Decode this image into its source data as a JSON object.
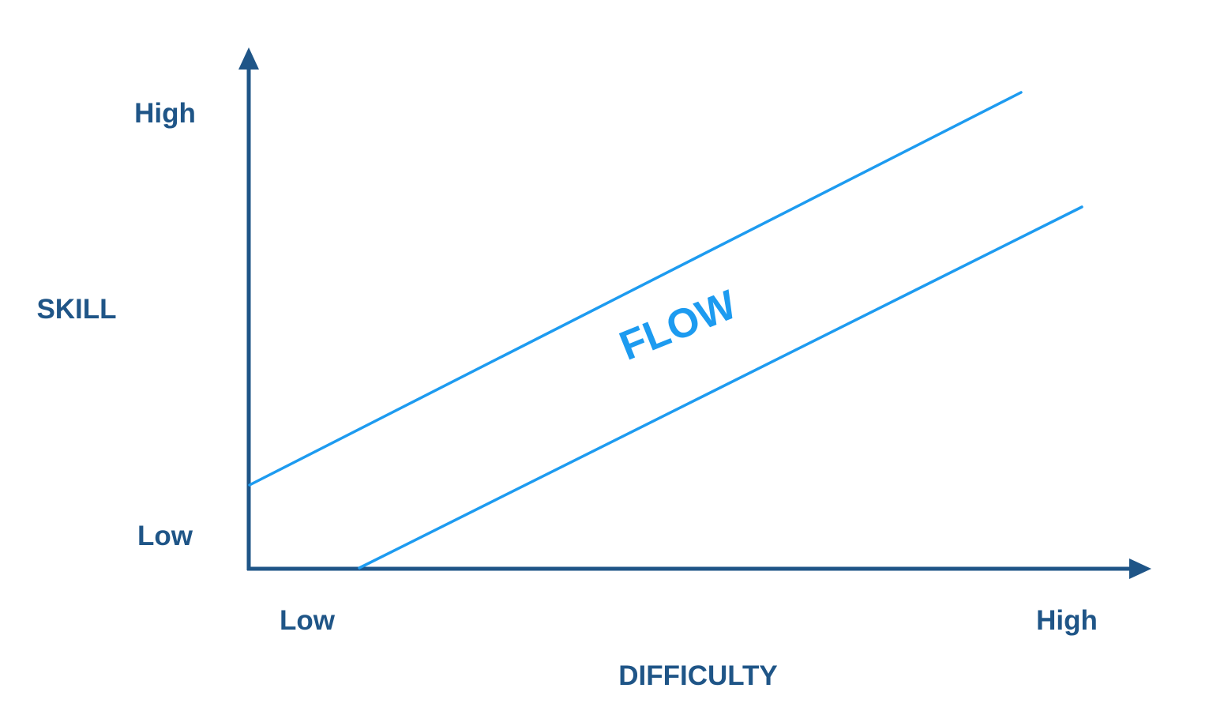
{
  "y_axis": {
    "title": "SKILL",
    "high_label": "High",
    "low_label": "Low"
  },
  "x_axis": {
    "title": "DIFFICULTY",
    "low_label": "Low",
    "high_label": "High"
  },
  "region": {
    "label": "FLOW"
  },
  "colors": {
    "axis": "#1f5587",
    "flow": "#1d9bf0"
  }
}
